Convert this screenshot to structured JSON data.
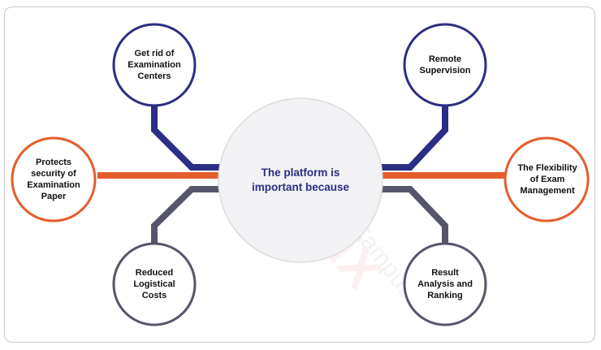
{
  "colors": {
    "navy": "#2c2e84",
    "orange": "#e55d2b",
    "slate": "#55566a",
    "center_text": "#2c2e84"
  },
  "watermark": {
    "brand": "CreatriX",
    "sub": "Campus"
  },
  "center": {
    "label": "The platform is important because"
  },
  "nodes": {
    "top_left": {
      "label": "Get rid of Examination Centers",
      "color": "navy"
    },
    "top_right": {
      "label": "Remote Supervision",
      "color": "navy"
    },
    "mid_left": {
      "label": "Protects security of Examination Paper",
      "color": "orange"
    },
    "mid_right": {
      "label": "The Flexibility of Exam Management",
      "color": "orange"
    },
    "bottom_left": {
      "label": "Reduced Logistical Costs",
      "color": "slate"
    },
    "bottom_right": {
      "label": "Result Analysis and Ranking",
      "color": "slate"
    }
  }
}
